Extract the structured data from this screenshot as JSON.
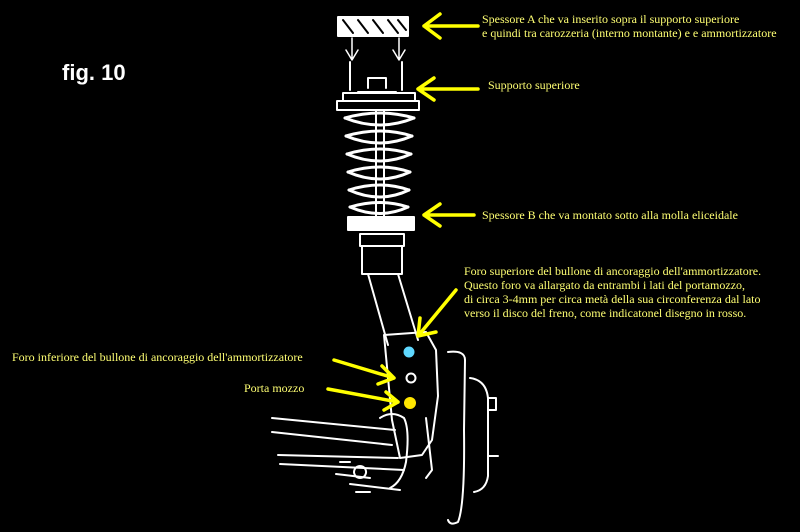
{
  "figure_label": "fig. 10",
  "annotations": {
    "spacer_a": [
      "Spessore A che va inserito sopra il supporto superiore",
      "e quindi tra carozzeria (interno montante) e e ammortizzatore"
    ],
    "upper_mount": [
      "Supporto superiore"
    ],
    "spacer_b": [
      "Spessore B che va montato sotto alla molla eliceidale"
    ],
    "upper_bolt_hole": [
      "Foro superiore del bullone di ancoraggio dell'ammortizzatore.",
      "Questo foro va allargato da entrambi i lati del portamozzo,",
      "di circa 3-4mm per circa metà della sua circonferenza dal lato",
      "verso il disco del freno, come indicatonel disegno in rosso."
    ],
    "lower_bolt_hole": [
      "Foro inferiore del bullone di ancoraggio dell'ammortizzatore"
    ],
    "hub_carrier": [
      "Porta mozzo"
    ]
  },
  "colors": {
    "background": "#000000",
    "annotation_text": "#ffff73",
    "arrow": "#ffff00",
    "drawing": "#ffffff",
    "highlight_hole": "#5fd8ff",
    "marker": "#ffe600"
  }
}
